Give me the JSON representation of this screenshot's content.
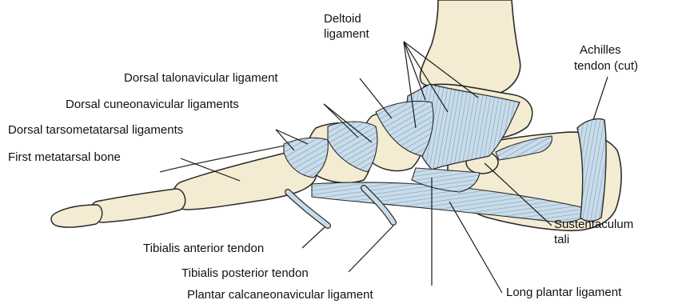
{
  "figure": {
    "labels": {
      "deltoid_1": "Deltoid",
      "deltoid_2": "ligament",
      "achilles_1": "Achilles",
      "achilles_2": "tendon (cut)",
      "dorsal_talonavicular": "Dorsal talonavicular ligament",
      "dorsal_cuneonavicular": "Dorsal cuneonavicular ligaments",
      "dorsal_tarsometatarsal": "Dorsal tarsometatarsal ligaments",
      "first_metatarsal": "First metatarsal bone",
      "tibialis_anterior": "Tibialis anterior tendon",
      "tibialis_posterior": "Tibialis posterior tendon",
      "plantar_calcaneonavicular": "Plantar calcaneonavicular ligament",
      "sustentaculum_1": "Sustentaculum",
      "sustentaculum_2": "tali",
      "long_plantar": "Long plantar ligament"
    },
    "colors": {
      "bone_fill": "#f3ecd2",
      "bone_outline": "#2a2a2a",
      "ligament_fill": "#c9dce9",
      "ligament_stripe": "#7fa2bd",
      "leader_line": "#1a1a1a"
    }
  }
}
